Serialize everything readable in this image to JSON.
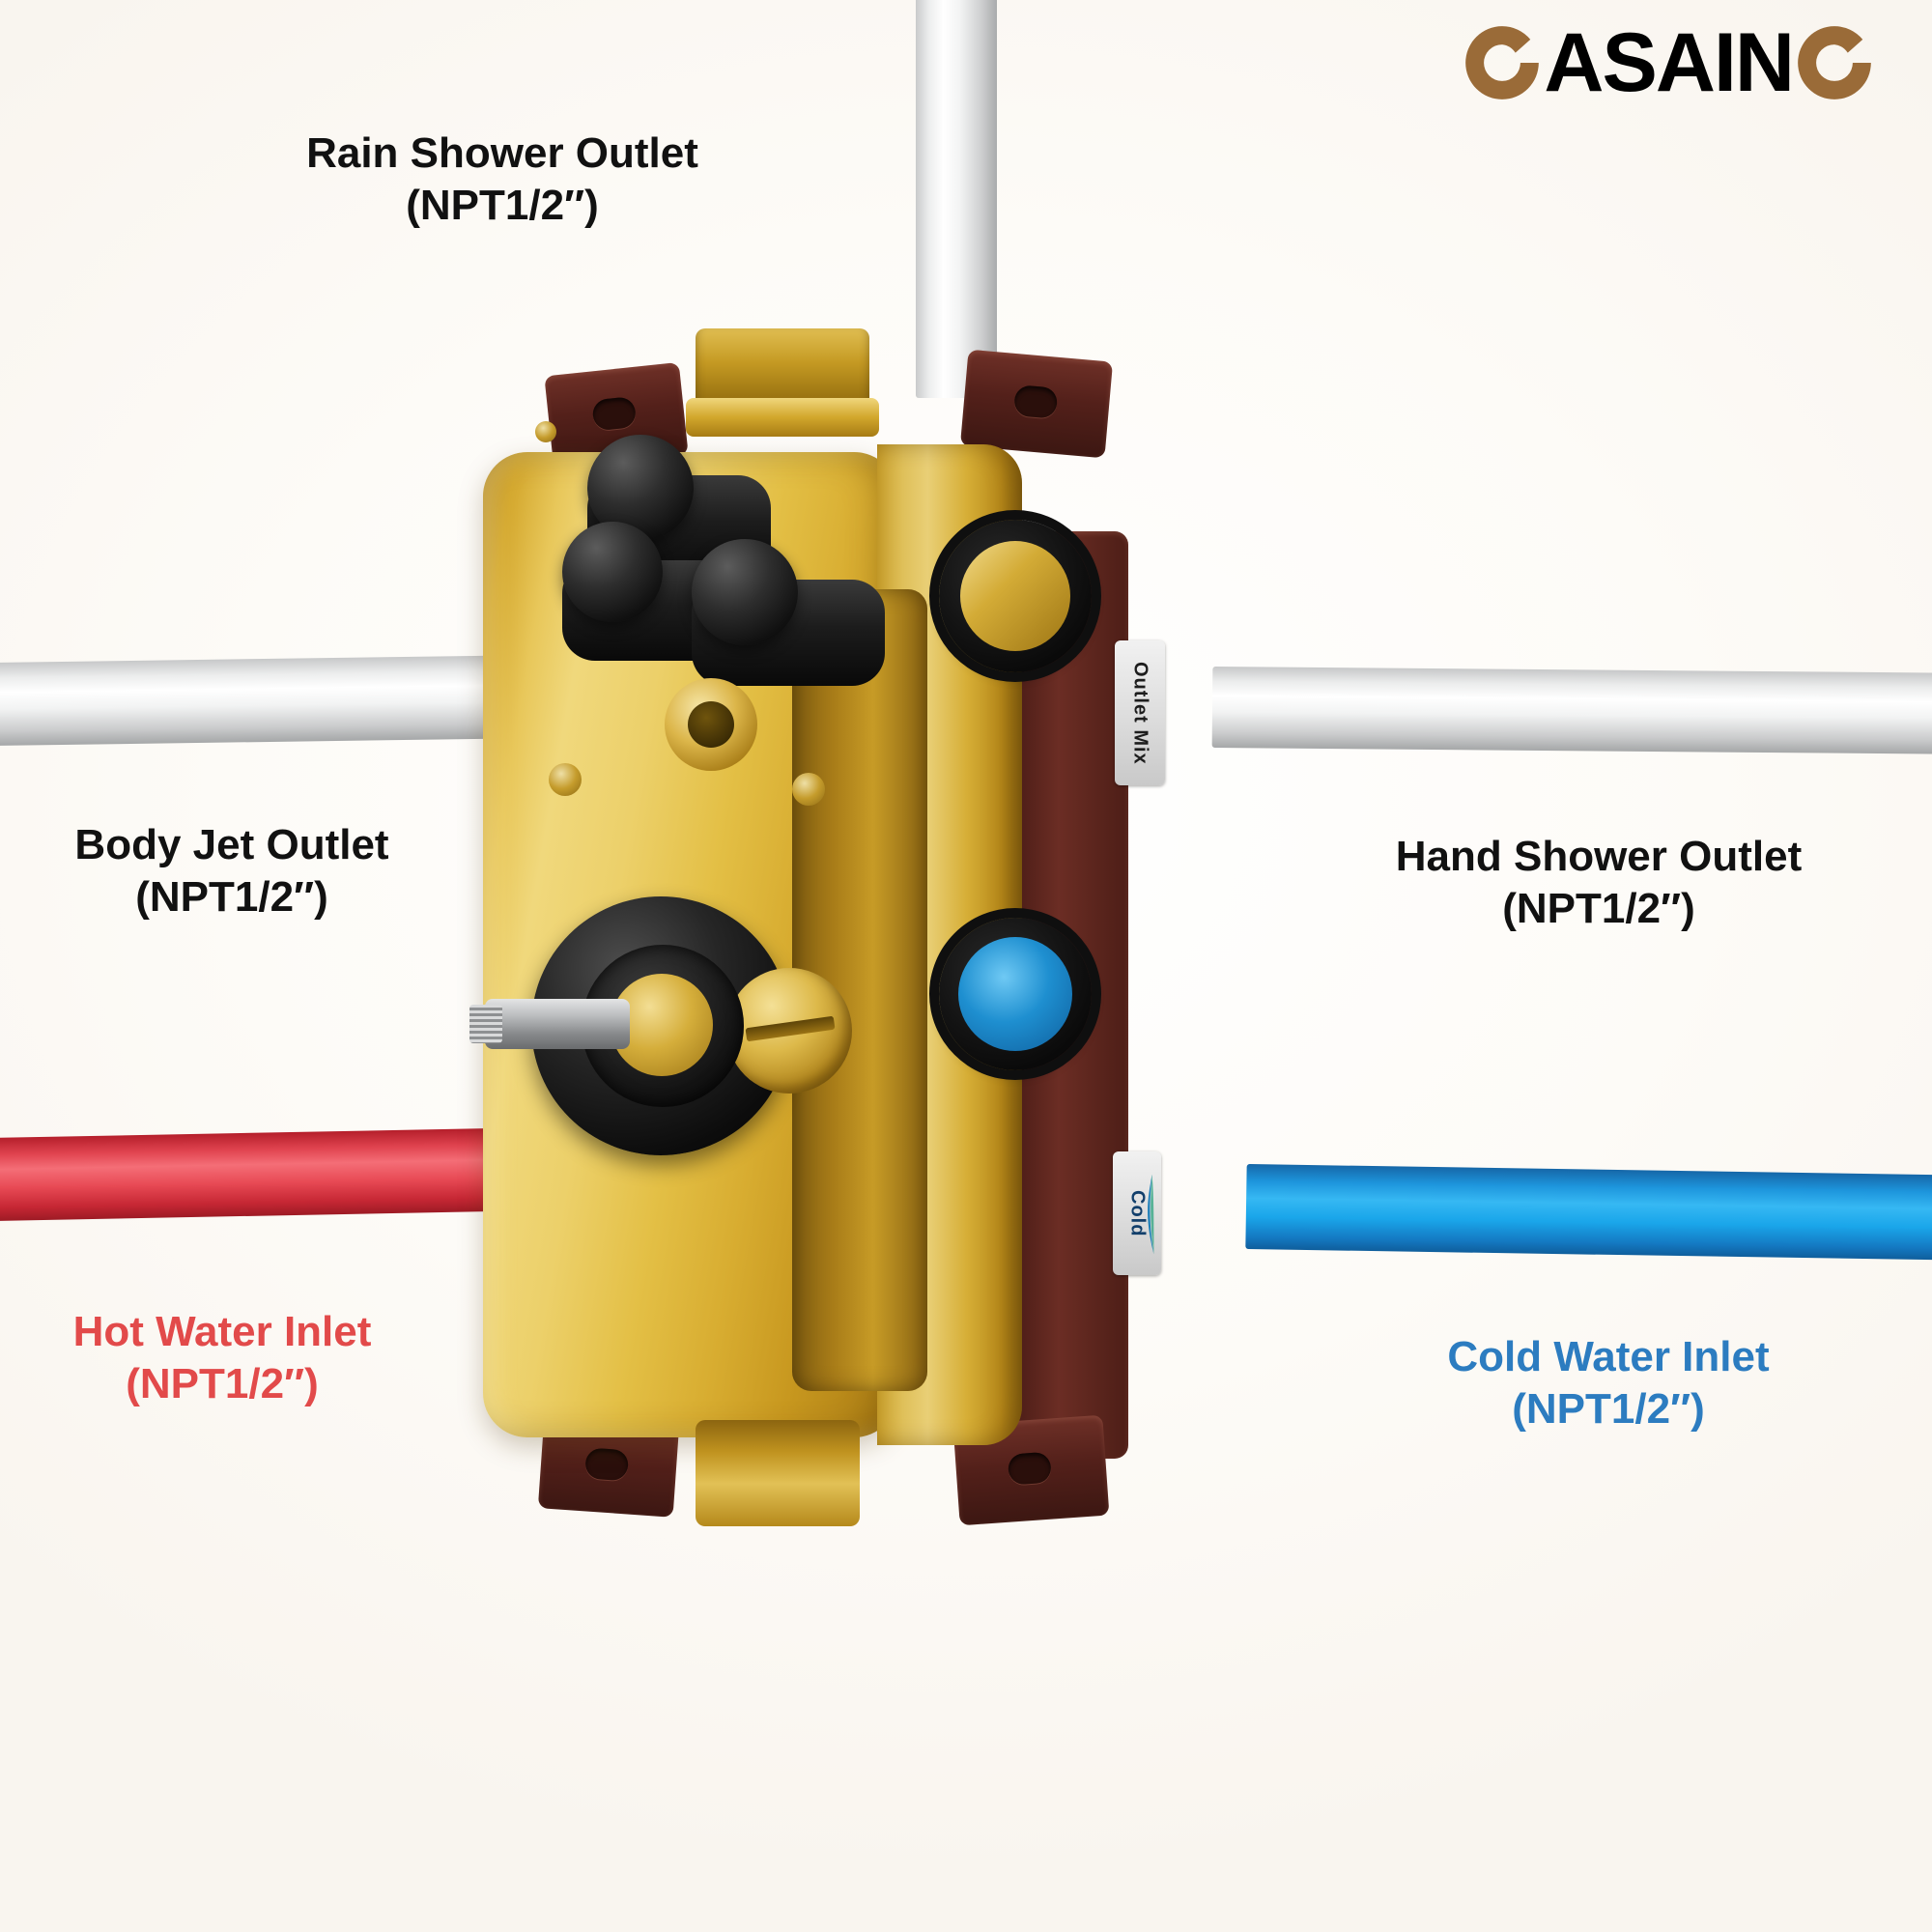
{
  "brand": {
    "name": "CASAINO",
    "logo_text_middle": "ASAIN",
    "logo_mark_left": "c-mark-icon",
    "logo_mark_right": "o-mark-icon",
    "accent_color": "#9A6B38"
  },
  "callouts": {
    "rain": {
      "title": "Rain Shower Outlet",
      "spec": "(NPT1/2″)",
      "color": "#111111"
    },
    "body_jet": {
      "title": "Body Jet Outlet",
      "spec": "(NPT1/2″)",
      "color": "#111111"
    },
    "hand_shower": {
      "title": "Hand Shower Outlet",
      "spec": "(NPT1/2″)",
      "color": "#111111"
    },
    "hot_water": {
      "title": "Hot Water Inlet",
      "spec": "(NPT1/2″)",
      "color": "#E24A4A"
    },
    "cold_water": {
      "title": "Cold Water Inlet",
      "spec": "(NPT1/2″)",
      "color": "#2C7CC0"
    }
  },
  "valve_labels": {
    "outlet_mix": "Outlet Mix",
    "cold": "Cold"
  },
  "pipes": {
    "top_gray": {
      "name": "rain-shower-pipe",
      "color": "#EDEEEE"
    },
    "left_gray": {
      "name": "body-jet-pipe",
      "color": "#EDEEEE"
    },
    "right_gray": {
      "name": "hand-shower-pipe",
      "color": "#EDEEEE"
    },
    "left_red": {
      "name": "hot-water-pipe",
      "color": "#E0434F"
    },
    "right_blue": {
      "name": "cold-water-pipe",
      "color": "#1AA6EA"
    }
  },
  "valve": {
    "material_color": "#E3BF45",
    "bracket_color": "#53201A",
    "knob_color": "#111111"
  }
}
